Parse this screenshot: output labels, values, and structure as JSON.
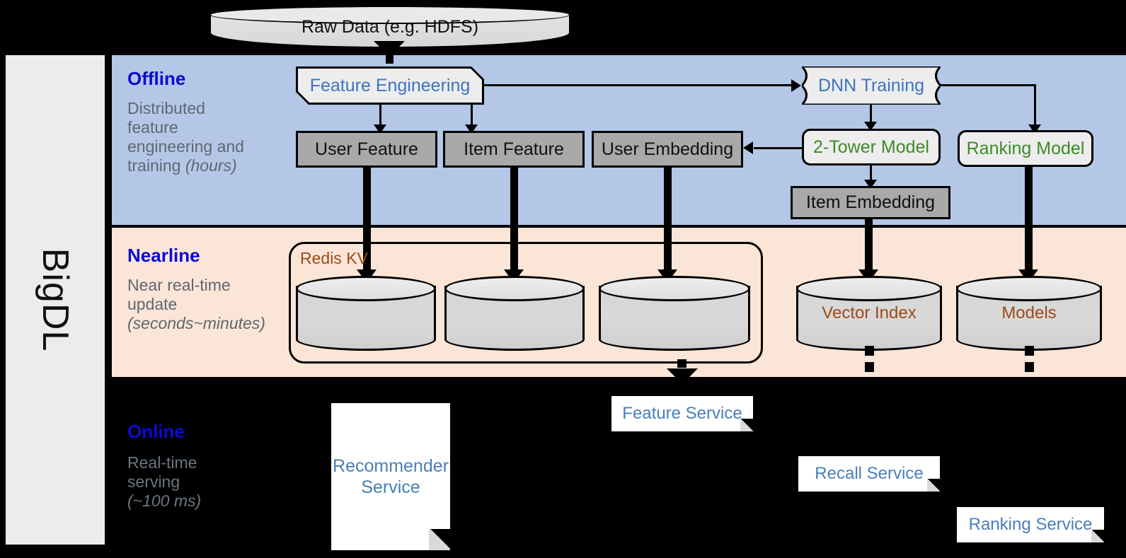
{
  "diagram": {
    "framework_label": "BigDL",
    "bands": [
      {
        "id": "offline",
        "title": "Offline",
        "subtitle_line1": "Distributed",
        "subtitle_line2": "feature",
        "subtitle_line3": "engineering and",
        "subtitle_line4": "training ",
        "subtitle_italic": "(hours)",
        "bg_color": "#b4c7e7"
      },
      {
        "id": "nearline",
        "title": "Nearline",
        "subtitle_line1": "Near real-time",
        "subtitle_line2": "update",
        "subtitle_italic": "(seconds~minutes)",
        "bg_color": "#fbe5d6"
      },
      {
        "id": "online",
        "title": "Online",
        "subtitle_line1": "Real-time",
        "subtitle_line2": "serving",
        "subtitle_italic": "(~100 ms)",
        "bg_color": "#000000"
      }
    ],
    "nodes": {
      "raw_data": "Raw Data (e.g. HDFS)",
      "feature_engineering": "Feature Engineering",
      "dnn_training": "DNN Training",
      "user_feature": "User Feature",
      "item_feature": "Item Feature",
      "user_embedding": "User Embedding",
      "two_tower_model": "2-Tower Model",
      "ranking_model": "Ranking Model",
      "item_embedding": "Item Embedding",
      "redis_kv": "Redis KV",
      "vector_index": "Vector Index",
      "models": "Models",
      "recommender_service": "Recommender Service",
      "feature_service": "Feature Service",
      "recall_service": "Recall Service",
      "ranking_service": "Ranking Service"
    },
    "colors": {
      "band_title": "#0a0ad6",
      "band_subtitle": "#5f6771",
      "blue_text": "#3f72c4",
      "green_text": "#3d8b29",
      "brown_text": "#9c4a18",
      "grey_box": "#aaa9a9",
      "proc_box": "#ededed",
      "sidebar": "#ececec"
    }
  }
}
